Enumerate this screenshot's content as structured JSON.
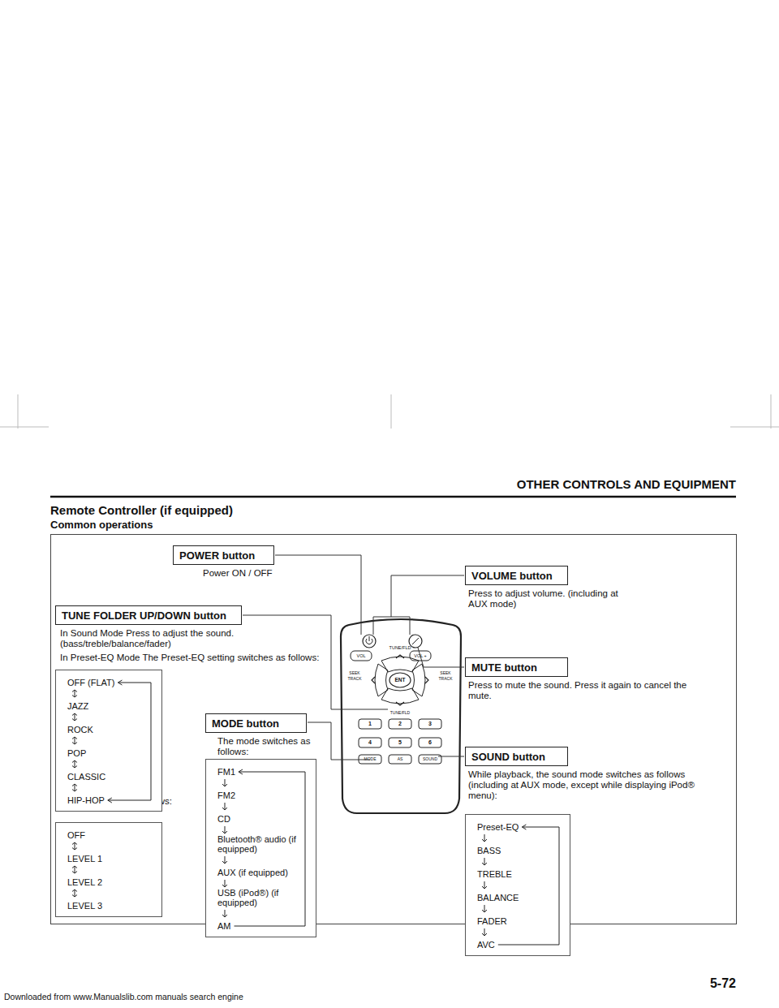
{
  "diagram": {
    "title": "Remote Controller (if equipped)",
    "nodes": [
      {
        "text": [
          "POWER button",
          "Power ON / OFF"
        ]
      },
      {
        "text": [
          "VOLUME button",
          "Press to adjust volume. (including at AUX mode)"
        ]
      },
      {
        "text": [
          "TUNE FOLDER UP/DOWN button",
          "In Sound Mode Press to adjust the sound.(bass/treble/balance/fader)",
          "In Preset-EQ Mode The Preset-EQ setting switches as follows:"
        ]
      },
      {
        "text": [
          "OFF (FLAT)",
          "JAZZ",
          "ROCK",
          "POP",
          "CLASSIC",
          "HIP-HOP"
        ]
      },
      {
        "text": [
          "OFF",
          "LEVEL 1",
          "LEVEL 2",
          "LEVEL 3"
        ]
      },
      {
        "text": [
          "MUTE button",
          "Press to mute the sound. Press it again to cancel the mute."
        ]
      },
      {
        "text": [
          "MODE button",
          "The mode switches as follows:"
        ]
      },
      {
        "text": [
          "FM1",
          "FM2",
          "CD",
          "Bluetooth® audio (if equipped)",
          "AUX (if equipped)",
          "USB (iPod®) (if equipped)",
          "AM"
        ]
      },
      {
        "text": [
          "SOUND button",
          "While playback, the sound mode switches as follows (including at AUX mode, except while displaying iPod® menu):"
        ]
      },
      {
        "text": [
          "Preset-EQ",
          "BASS",
          "TREBLE",
          "BALANCE",
          "FADER",
          "AVC"
        ]
      }
    ],
    "labels": [
      "Downloaded from www.Manualslib.com manuals search engine",
      "OTHER CONTROLS AND EQUIPMENT",
      "Common operations",
      "In AVC Mode The AVC setting switches as follows:",
      "5-72",
      "VOL",
      "TUNE/FLD",
      "VOL +",
      "SEEK TRACK",
      "ENT",
      "SEEK TRACK",
      "TUNE/FLD",
      "1",
      "2",
      "3",
      "4",
      "5",
      "6",
      "MODE",
      "AS",
      "SOUND"
    ]
  }
}
